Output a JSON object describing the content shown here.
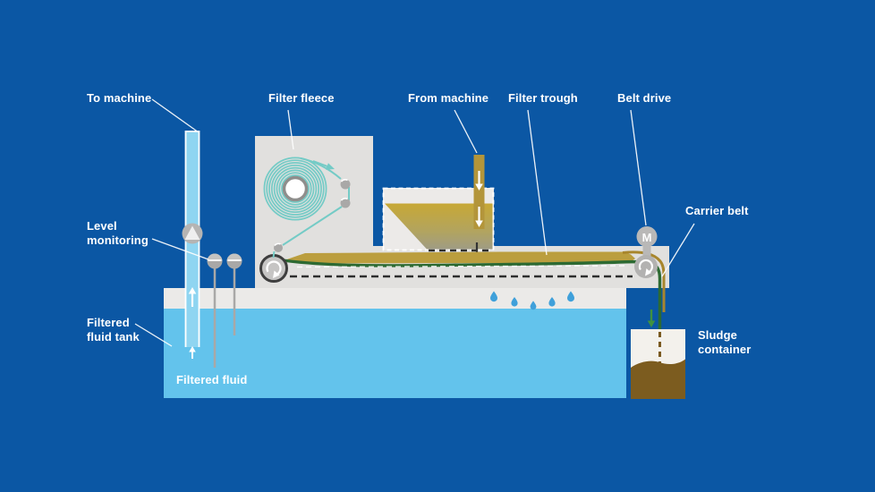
{
  "diagram": {
    "labels": {
      "to_machine": "To machine",
      "filter_fleece": "Filter fleece",
      "from_machine": "From machine",
      "filter_trough": "Filter trough",
      "belt_drive": "Belt drive",
      "carrier_belt": "Carrier belt",
      "level_monitoring": "Level\nmonitoring",
      "filtered_fluid_tank": "Filtered\nfluid tank",
      "filtered_fluid": "Filtered fluid",
      "sludge_container": "Sludge\ncontainer"
    },
    "motor_letter": "M",
    "colors": {
      "background": "#0b57a4",
      "machine_body": "#e1e0de",
      "tank_rim": "#ebeae8",
      "tank_fluid": "#63c3ec",
      "pipe_fluid": "#8fd5f1",
      "fleece_teal": "#74cbc6",
      "slurry_gold": "#bb9e3e",
      "belt_green": "#2d6a32",
      "sludge_brown": "#7c5c1f",
      "drop_blue": "#3fa0da",
      "label_text": "#ffffff"
    }
  }
}
